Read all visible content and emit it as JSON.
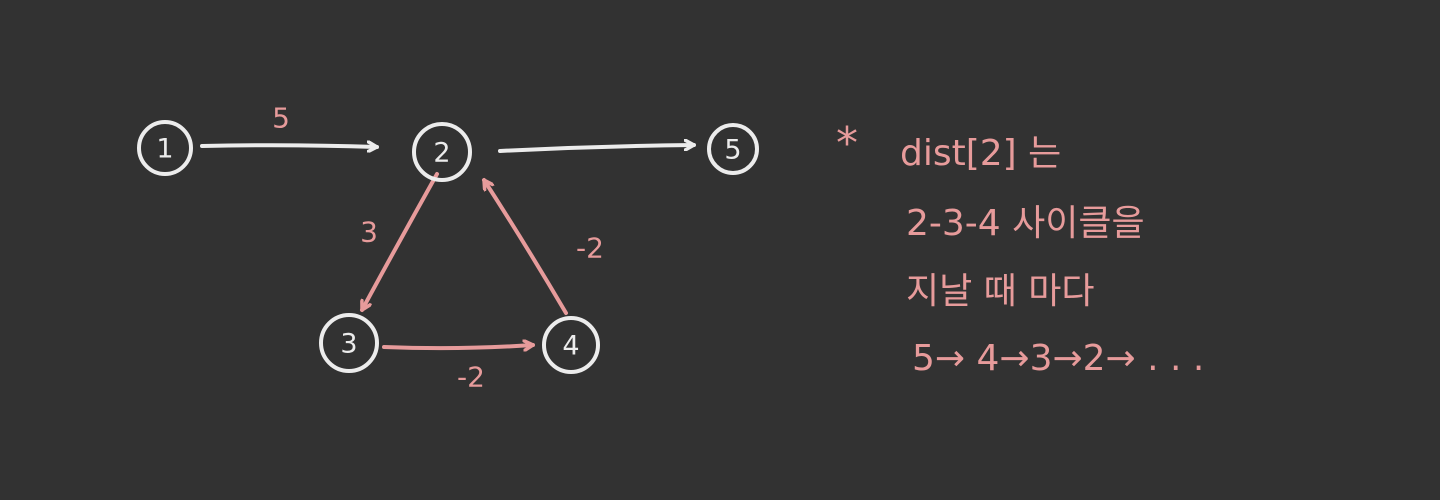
{
  "graph": {
    "nodes": [
      {
        "id": "n1",
        "label": "1"
      },
      {
        "id": "n2",
        "label": "2"
      },
      {
        "id": "n3",
        "label": "3"
      },
      {
        "id": "n4",
        "label": "4"
      },
      {
        "id": "n5",
        "label": "5"
      }
    ],
    "edges": [
      {
        "from": "1",
        "to": "2",
        "weight": "5"
      },
      {
        "from": "2",
        "to": "5",
        "weight": ""
      },
      {
        "from": "2",
        "to": "3",
        "weight": "3"
      },
      {
        "from": "3",
        "to": "4",
        "weight": "-2"
      },
      {
        "from": "4",
        "to": "2",
        "weight": "-2"
      }
    ],
    "colors": {
      "background": "#323232",
      "white": "#ececec",
      "pink": "#e79b9b"
    }
  },
  "note": {
    "star": "*",
    "lines": [
      "dist[2] 는",
      "2-3-4 사이클을",
      "지날 때 마다",
      "5→ 4→3→2→ . . ."
    ]
  }
}
